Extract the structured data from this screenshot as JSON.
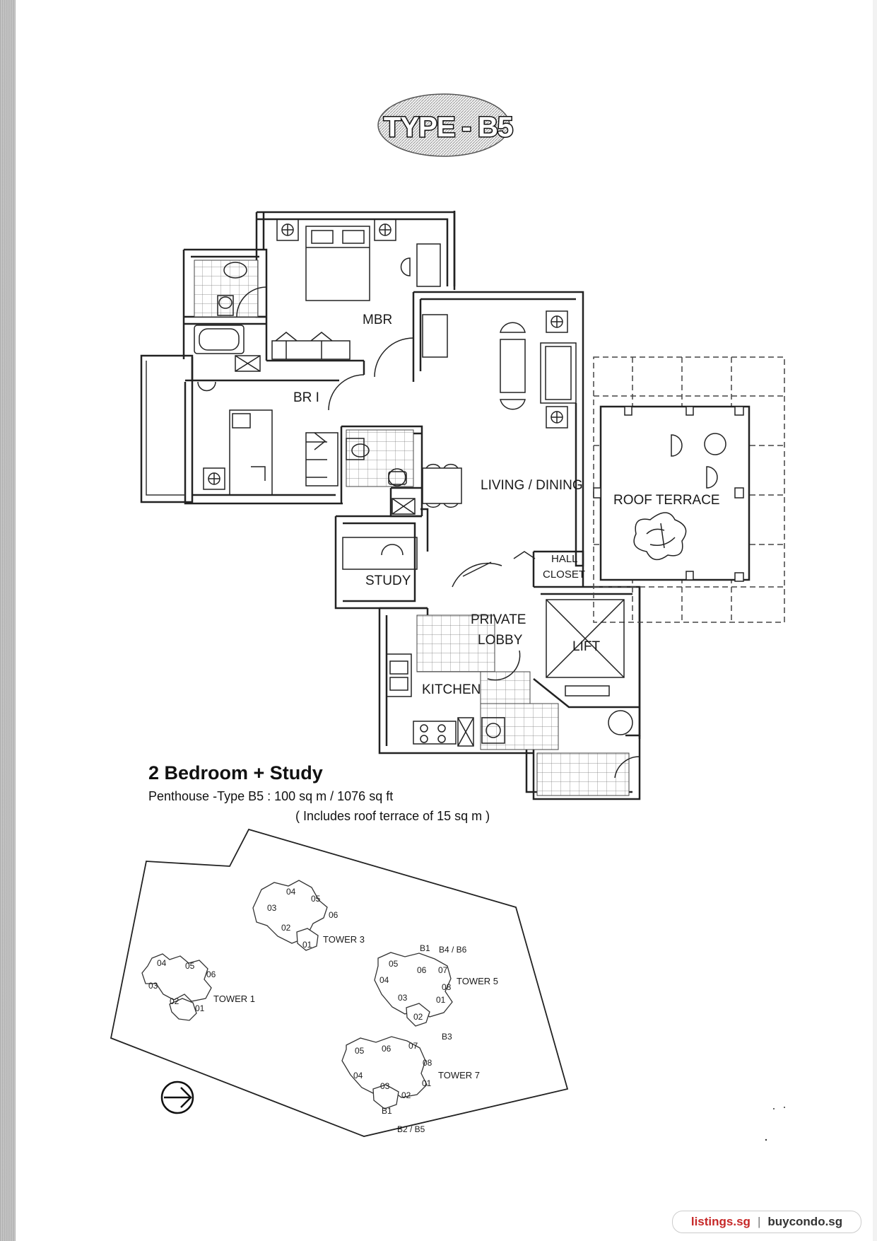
{
  "title": "TYPE - B5",
  "rooms": {
    "mbr": "MBR",
    "br1": "BR I",
    "living": "LIVING / DINING",
    "roof": "ROOF TERRACE",
    "hall": "HALL",
    "closet": "CLOSET",
    "study": "STUDY",
    "private": "PRIVATE",
    "lobby": "LOBBY",
    "lift": "LIFT",
    "kitchen": "KITCHEN"
  },
  "caption": {
    "heading": "2 Bedroom + Study",
    "line1": "Penthouse -Type B5 : 100 sq m / 1076 sq ft",
    "line2": "( Includes roof terrace of 15 sq m )"
  },
  "siteplan": {
    "tower1": "TOWER 1",
    "tower3": "TOWER 3",
    "tower5": "TOWER 5",
    "tower7": "TOWER 7",
    "t1": [
      "04",
      "05",
      "06",
      "03",
      "02",
      "01"
    ],
    "t3": [
      "04",
      "05",
      "03",
      "06",
      "02",
      "01"
    ],
    "t5": [
      "05",
      "06",
      "07",
      "04",
      "08",
      "03",
      "01",
      "02"
    ],
    "t7": [
      "05",
      "06",
      "07",
      "08",
      "04",
      "03",
      "02",
      "01"
    ],
    "b1_top": "B1",
    "b4b6": "B4 / B6",
    "b3": "B3",
    "b1_bottom": "B1",
    "b2b5": "B2 / B5"
  },
  "footer": {
    "left": "listings.sg",
    "sep": "|",
    "right": "buycondo.sg"
  }
}
